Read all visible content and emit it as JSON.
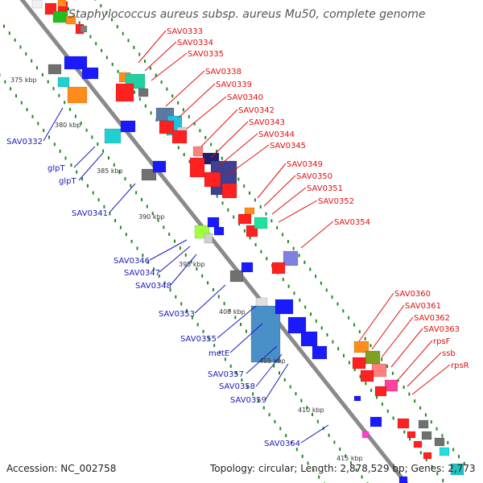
{
  "title": "Staphylococcus aureus subsp. aureus Mu50, complete genome",
  "accession": "Accession: NC_002758",
  "topology": "Topology: circular; Length: 2,878,529 bp; Genes: 2,773",
  "colors": {
    "forward_label": "#e01010",
    "reverse_label": "#1a1ab8",
    "backbone": "#8a8a8a",
    "tick_dots": "#1f8a1f"
  },
  "ticks": [
    "375 kbp",
    "380 kbp",
    "385 kbp",
    "390 kbp",
    "395 kbp",
    "400 kbp",
    "405 kbp",
    "410 kbp",
    "415 kbp"
  ],
  "forward_labels": [
    "SAV0333",
    "SAV0334",
    "SAV0335",
    "SAV0338",
    "SAV0339",
    "SAV0340",
    "SAV0342",
    "SAV0343",
    "SAV0344",
    "SAV0345",
    "SAV0349",
    "SAV0350",
    "SAV0351",
    "SAV0352",
    "SAV0354",
    "SAV0360",
    "SAV0361",
    "SAV0362",
    "SAV0363",
    "rpsF",
    "ssb",
    "rpsR"
  ],
  "reverse_labels": [
    "SAV0332",
    "glpT",
    "glpT",
    "SAV0341",
    "SAV0346",
    "SAV0347",
    "SAV0348",
    "SAV0353",
    "SAV0355",
    "metE",
    "SAV0357",
    "SAV0358",
    "SAV0359",
    "SAV0364"
  ]
}
